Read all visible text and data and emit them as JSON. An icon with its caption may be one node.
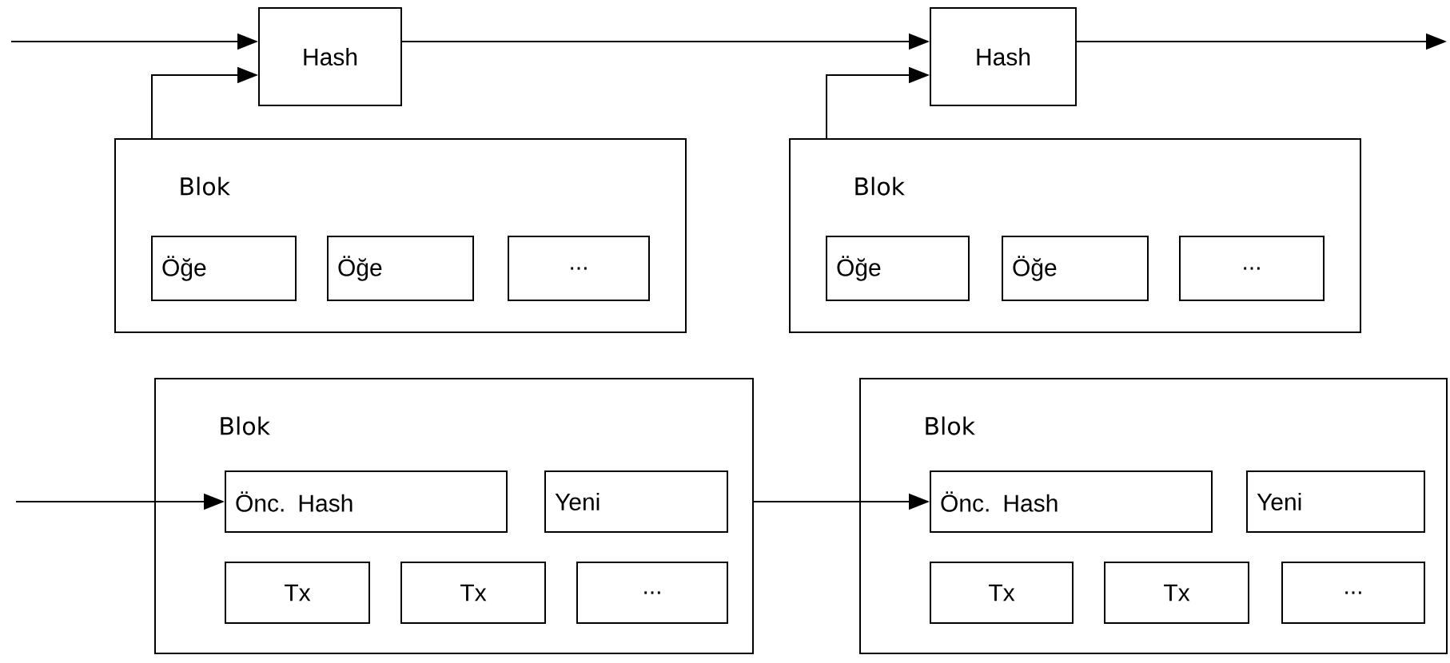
{
  "diagram": {
    "nodes": [
      {
        "text": [
          "Hash"
        ]
      },
      {
        "text": [
          "Hash"
        ]
      },
      {
        "text": [
          "Blok"
        ]
      },
      {
        "text": [
          "Öğe"
        ],
        "in": 2
      },
      {
        "text": [
          "Öğe"
        ],
        "in": 2
      },
      {
        "text": [
          "..."
        ],
        "in": 2
      },
      {
        "text": [
          "Blok"
        ]
      },
      {
        "text": [
          "Öğe"
        ],
        "in": 6
      },
      {
        "text": [
          "Öğe"
        ],
        "in": 6
      },
      {
        "text": [
          "..."
        ],
        "in": 6
      },
      {
        "text": [
          "Blok"
        ]
      },
      {
        "text": [
          "Önc.  Hash"
        ],
        "in": 10
      },
      {
        "text": [
          "Yeni"
        ],
        "in": 10
      },
      {
        "text": [
          "Tx"
        ],
        "in": 10
      },
      {
        "text": [
          "Tx"
        ],
        "in": 10
      },
      {
        "text": [
          "..."
        ],
        "in": 10
      },
      {
        "text": [
          "Blok"
        ]
      },
      {
        "text": [
          "Önc.  Hash"
        ],
        "in": 16
      },
      {
        "text": [
          "Yeni"
        ],
        "in": 16
      },
      {
        "text": [
          "Tx"
        ],
        "in": 16
      },
      {
        "text": [
          "Tx"
        ],
        "in": 16
      },
      {
        "text": [
          "..."
        ],
        "in": 16
      }
    ],
    "edges": [
      {
        "from": null,
        "to": 0,
        "arrow": "to"
      },
      {
        "from": 2,
        "to": 0,
        "arrow": "to"
      },
      {
        "from": 0,
        "to": 1,
        "arrow": "to"
      },
      {
        "from": 6,
        "to": 1,
        "arrow": "to"
      },
      {
        "from": 1,
        "to": null,
        "arrow": "to"
      },
      {
        "from": null,
        "to": 11,
        "arrow": "to"
      },
      {
        "from": 10,
        "to": 17,
        "arrow": "to"
      }
    ]
  }
}
